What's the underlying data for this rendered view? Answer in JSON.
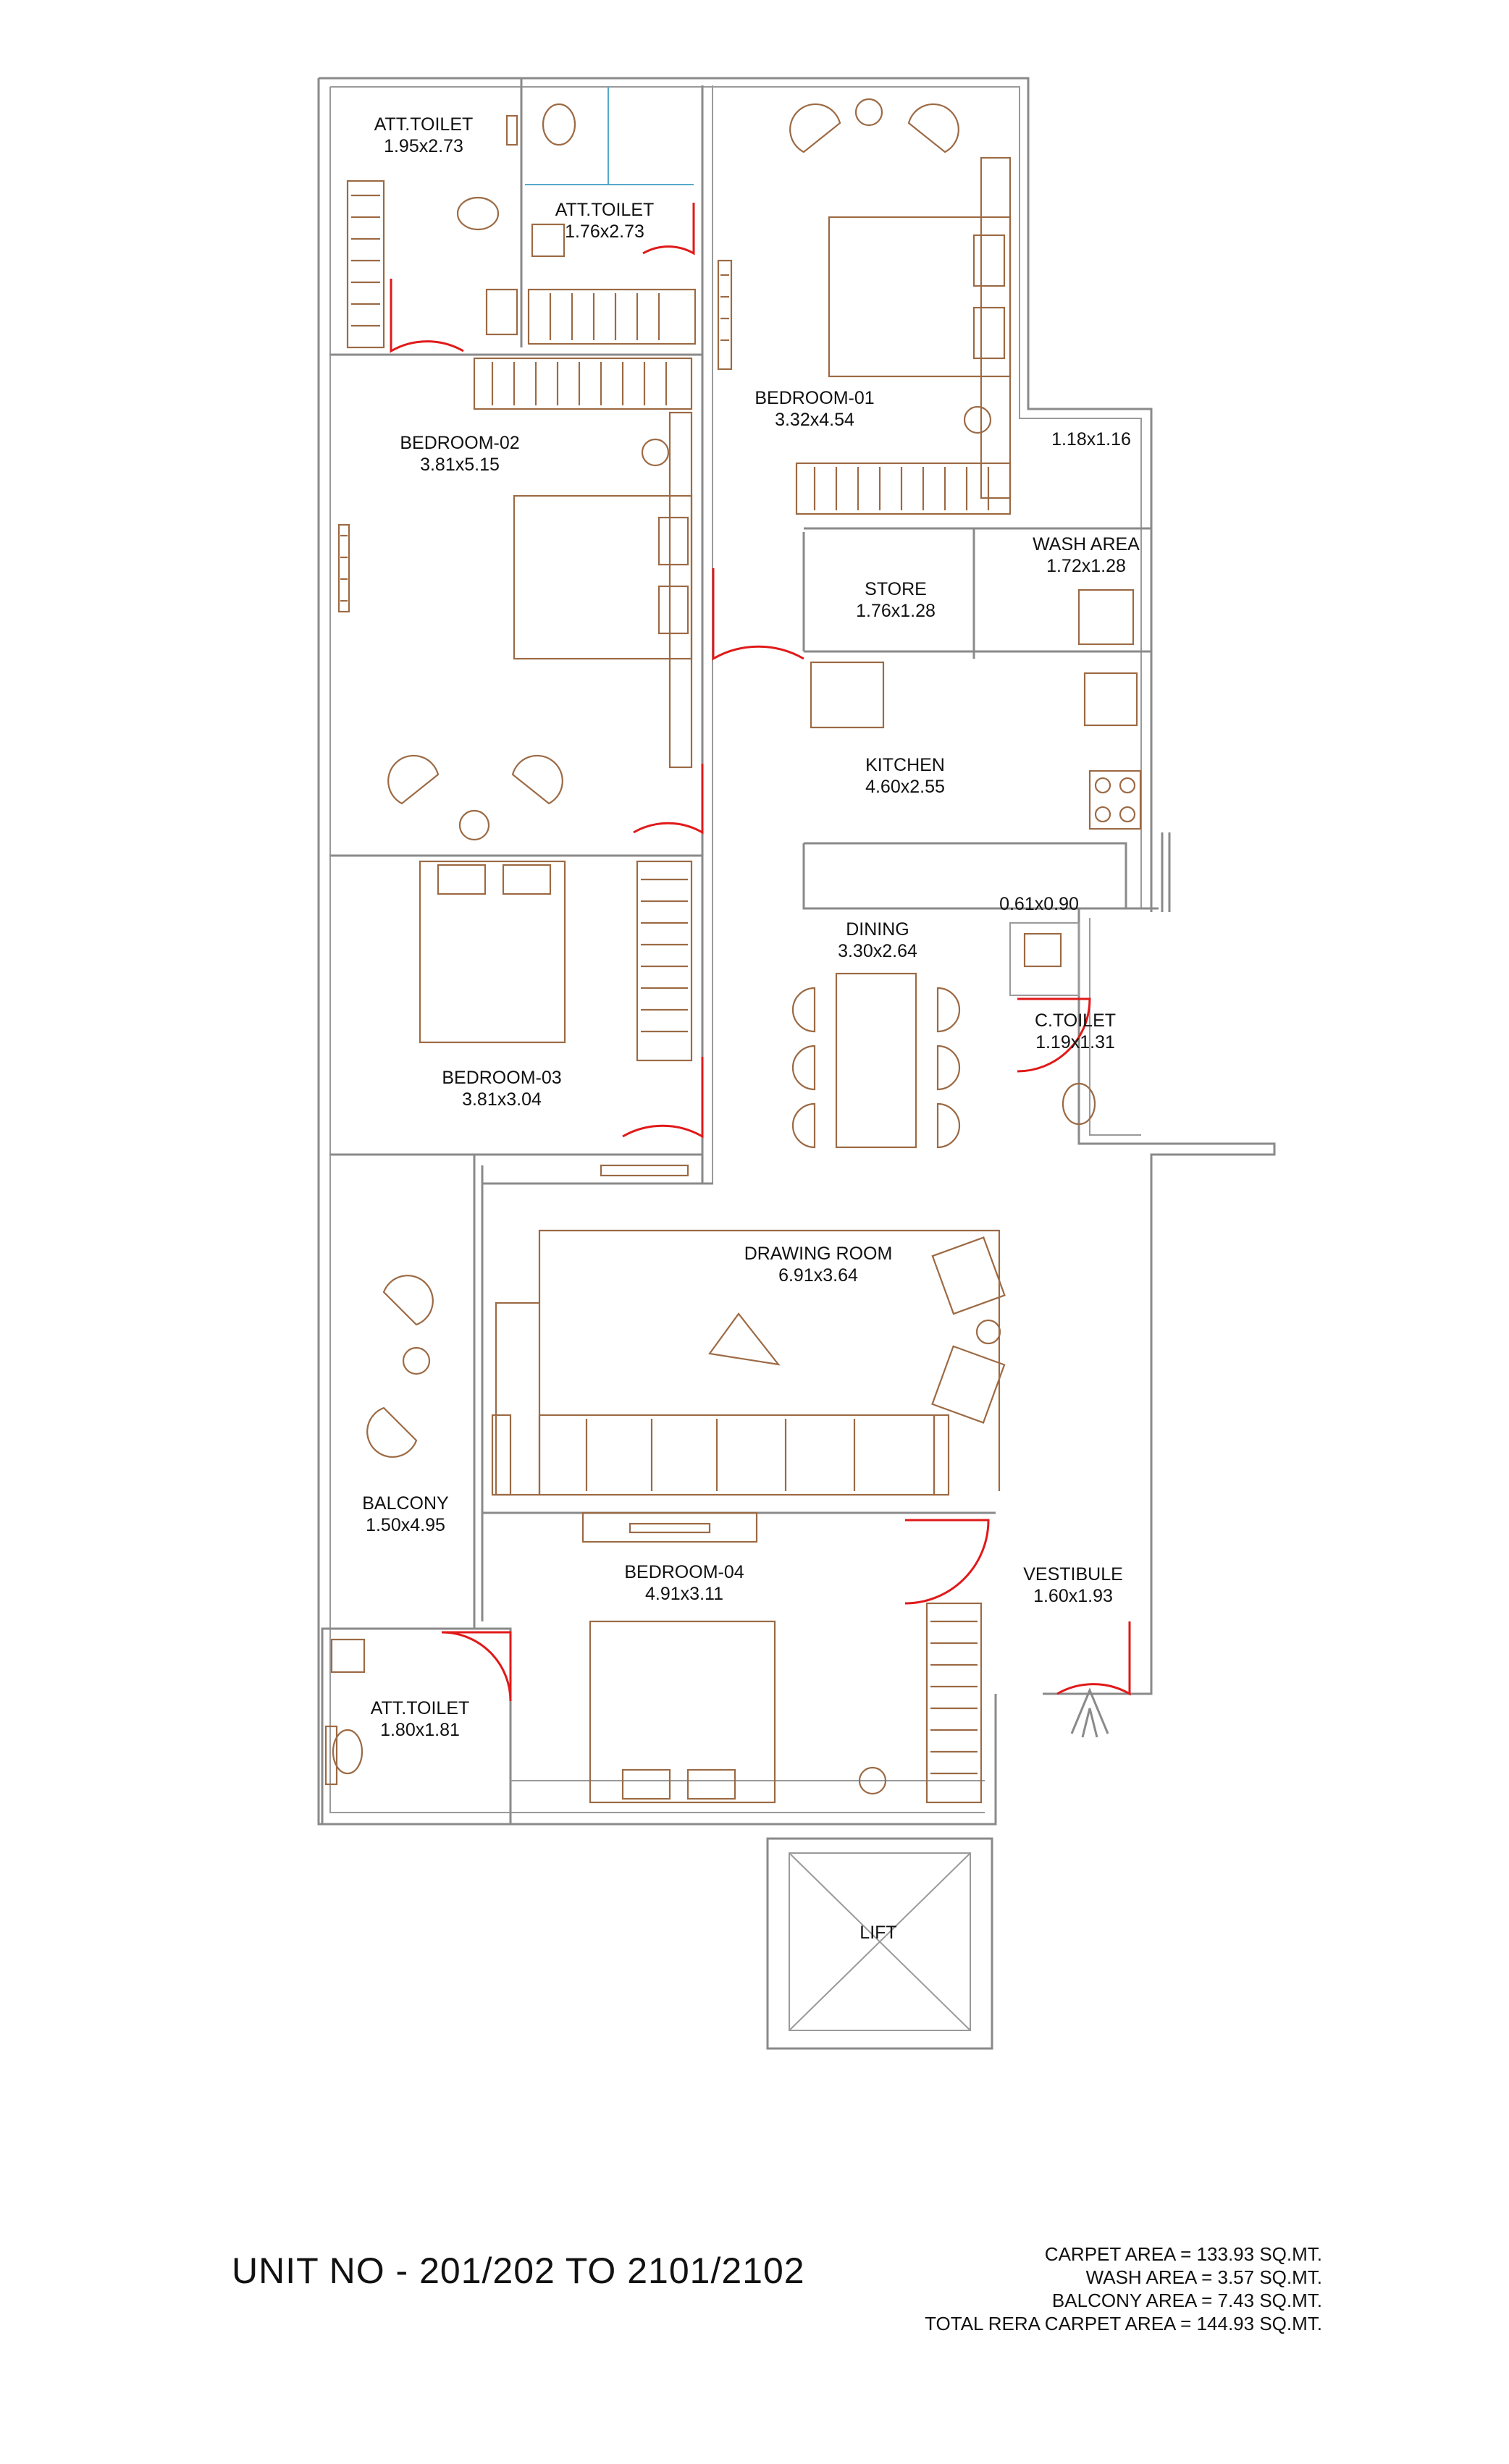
{
  "rooms": [
    {
      "id": "att-toilet-1",
      "name": "ATT.TOILET",
      "dim": "1.95x2.73"
    },
    {
      "id": "att-toilet-2",
      "name": "ATT.TOILET",
      "dim": "1.76x2.73"
    },
    {
      "id": "bedroom-01",
      "name": "BEDROOM-01",
      "dim": "3.32x4.54"
    },
    {
      "id": "bedroom-02",
      "name": "BEDROOM-02",
      "dim": "3.81x5.15"
    },
    {
      "id": "utility",
      "name": "",
      "dim": "1.18x1.16"
    },
    {
      "id": "wash-area",
      "name": "WASH AREA",
      "dim": "1.72x1.28"
    },
    {
      "id": "store",
      "name": "STORE",
      "dim": "1.76x1.28"
    },
    {
      "id": "kitchen",
      "name": "KITCHEN",
      "dim": "4.60x2.55"
    },
    {
      "id": "duct",
      "name": "",
      "dim": "0.61x0.90"
    },
    {
      "id": "dining",
      "name": "DINING",
      "dim": "3.30x2.64"
    },
    {
      "id": "c-toilet",
      "name": "C.TOILET",
      "dim": "1.19x1.31"
    },
    {
      "id": "bedroom-03",
      "name": "BEDROOM-03",
      "dim": "3.81x3.04"
    },
    {
      "id": "drawing-room",
      "name": "DRAWING ROOM",
      "dim": "6.91x3.64"
    },
    {
      "id": "balcony",
      "name": "BALCONY",
      "dim": "1.50x4.95"
    },
    {
      "id": "bedroom-04",
      "name": "BEDROOM-04",
      "dim": "4.91x3.11"
    },
    {
      "id": "vestibule",
      "name": "VESTIBULE",
      "dim": "1.60x1.93"
    },
    {
      "id": "att-toilet-3",
      "name": "ATT.TOILET",
      "dim": "1.80x1.81"
    },
    {
      "id": "lift",
      "name": "LIFT",
      "dim": ""
    }
  ],
  "unit_title": "UNIT NO - 201/202 TO 2101/2102",
  "areas": [
    "CARPET AREA = 133.93 SQ.MT.",
    "WASH AREA = 3.57 SQ.MT.",
    "BALCONY AREA = 7.43 SQ.MT.",
    "TOTAL RERA CARPET AREA = 144.93 SQ.MT."
  ],
  "colors": {
    "wall": "#8a8a8a",
    "furniture": "#9c6a44",
    "door_swing": "#e01a1a",
    "glass": "#56a9c9"
  }
}
